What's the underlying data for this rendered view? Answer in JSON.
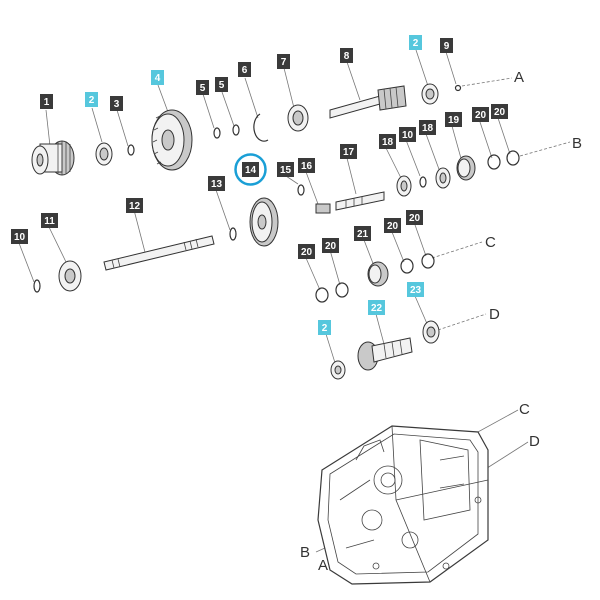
{
  "colors": {
    "callout_dark": "#3a3a3a",
    "callout_highlight": "#56c7dd",
    "selection_ring": "#1a9fd6",
    "text_light": "#ffffff"
  },
  "callouts": [
    {
      "id": "c1",
      "label": "1",
      "highlight": false
    },
    {
      "id": "c2a",
      "label": "2",
      "highlight": true
    },
    {
      "id": "c3",
      "label": "3",
      "highlight": false
    },
    {
      "id": "c4",
      "label": "4",
      "highlight": true
    },
    {
      "id": "c5a",
      "label": "5",
      "highlight": false
    },
    {
      "id": "c5b",
      "label": "5",
      "highlight": false
    },
    {
      "id": "c6",
      "label": "6",
      "highlight": false
    },
    {
      "id": "c7",
      "label": "7",
      "highlight": false
    },
    {
      "id": "c8",
      "label": "8",
      "highlight": false
    },
    {
      "id": "c2b",
      "label": "2",
      "highlight": true
    },
    {
      "id": "c9",
      "label": "9",
      "highlight": false
    },
    {
      "id": "c14",
      "label": "14",
      "highlight": false,
      "selected": true
    },
    {
      "id": "c15",
      "label": "15",
      "highlight": false
    },
    {
      "id": "c16",
      "label": "16",
      "highlight": false
    },
    {
      "id": "c17",
      "label": "17",
      "highlight": false
    },
    {
      "id": "c18a",
      "label": "18",
      "highlight": false
    },
    {
      "id": "c10a",
      "label": "10",
      "highlight": false
    },
    {
      "id": "c18b",
      "label": "18",
      "highlight": false
    },
    {
      "id": "c19",
      "label": "19",
      "highlight": false
    },
    {
      "id": "c20a",
      "label": "20",
      "highlight": false
    },
    {
      "id": "c20b",
      "label": "20",
      "highlight": false
    },
    {
      "id": "c13",
      "label": "13",
      "highlight": false
    },
    {
      "id": "c12",
      "label": "12",
      "highlight": false
    },
    {
      "id": "c11",
      "label": "11",
      "highlight": false
    },
    {
      "id": "c10b",
      "label": "10",
      "highlight": false
    },
    {
      "id": "c21",
      "label": "21",
      "highlight": false
    },
    {
      "id": "c20c",
      "label": "20",
      "highlight": false
    },
    {
      "id": "c20d",
      "label": "20",
      "highlight": false
    },
    {
      "id": "c20e",
      "label": "20",
      "highlight": false
    },
    {
      "id": "c20f",
      "label": "20",
      "highlight": false
    },
    {
      "id": "c22",
      "label": "22",
      "highlight": true
    },
    {
      "id": "c23",
      "label": "23",
      "highlight": true
    },
    {
      "id": "c2c",
      "label": "2",
      "highlight": true
    }
  ],
  "reference_letters": [
    {
      "id": "A1",
      "text": "A"
    },
    {
      "id": "B1",
      "text": "B"
    },
    {
      "id": "C1",
      "text": "C"
    },
    {
      "id": "D1",
      "text": "D"
    },
    {
      "id": "C2",
      "text": "C"
    },
    {
      "id": "D2",
      "text": "D"
    },
    {
      "id": "B2",
      "text": "B"
    },
    {
      "id": "A2",
      "text": "A"
    }
  ]
}
